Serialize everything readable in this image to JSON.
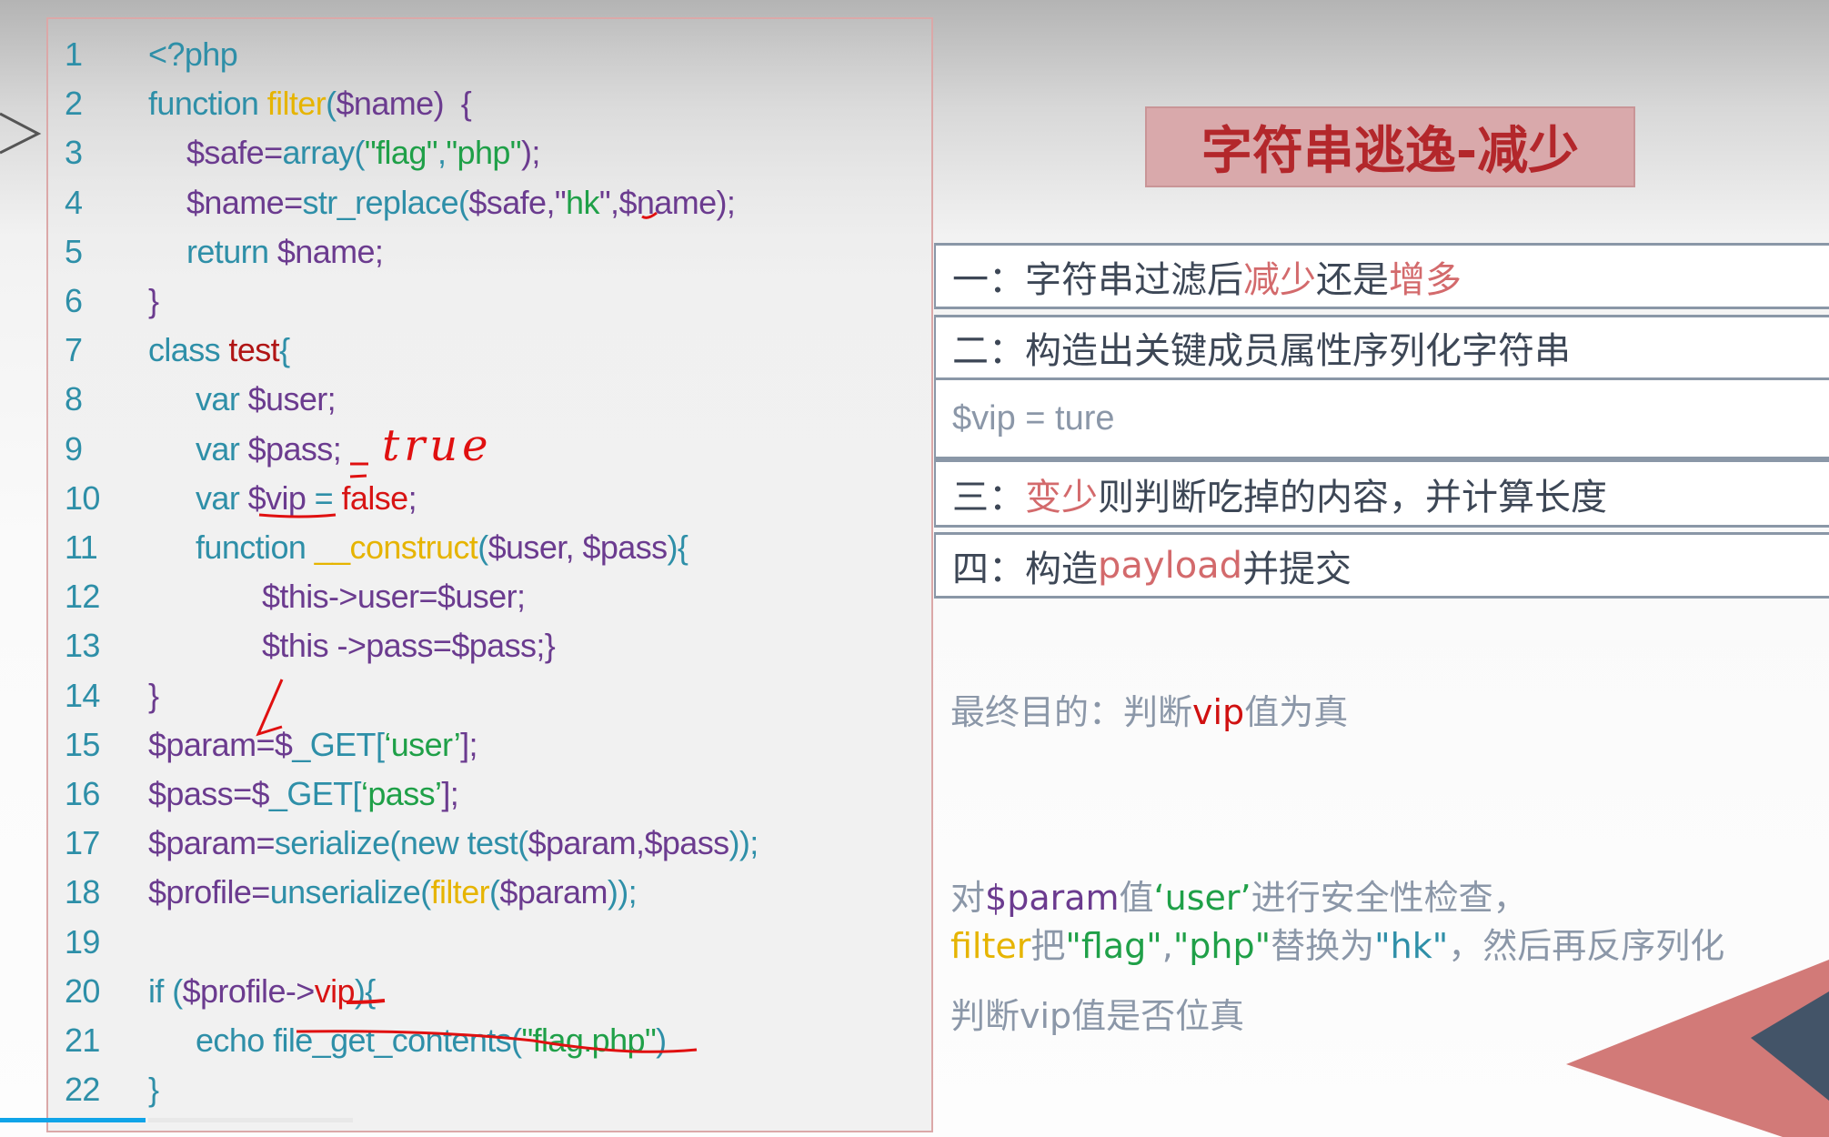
{
  "code": {
    "lines": [
      {
        "num": "1",
        "indent": 0,
        "segs": [
          [
            "<?php",
            "k"
          ]
        ]
      },
      {
        "num": "2",
        "indent": 0,
        "segs": [
          [
            "function ",
            "k"
          ],
          [
            "filter",
            "f"
          ],
          [
            "(",
            "k"
          ],
          [
            "$name",
            "v"
          ],
          [
            ")  {",
            "v"
          ]
        ]
      },
      {
        "num": "3",
        "indent": 1,
        "segs": [
          [
            "$safe=",
            "v"
          ],
          [
            "array(",
            "k"
          ],
          [
            "\"flag\"",
            "s"
          ],
          [
            ",",
            "k"
          ],
          [
            "\"php\"",
            "s"
          ],
          [
            ");",
            "v"
          ]
        ]
      },
      {
        "num": "4",
        "indent": 1,
        "segs": [
          [
            "$name=",
            "v"
          ],
          [
            "str_replace(",
            "k"
          ],
          [
            "$safe,",
            "v"
          ],
          [
            "\"",
            "v"
          ],
          [
            "hk",
            "s"
          ],
          [
            "\",",
            "v"
          ],
          [
            "$name);",
            "v"
          ]
        ]
      },
      {
        "num": "5",
        "indent": 1,
        "segs": [
          [
            "return ",
            "k"
          ],
          [
            "$name;",
            "v"
          ]
        ]
      },
      {
        "num": "6",
        "indent": 0,
        "segs": [
          [
            "}",
            "v"
          ]
        ]
      },
      {
        "num": "7",
        "indent": 0,
        "segs": [
          [
            "class ",
            "k"
          ],
          [
            "test",
            "c"
          ],
          [
            "{",
            "k"
          ]
        ]
      },
      {
        "num": "8",
        "indent": 2,
        "segs": [
          [
            "var ",
            "k"
          ],
          [
            "$user;",
            "v"
          ]
        ]
      },
      {
        "num": "9",
        "indent": 2,
        "segs": [
          [
            "var ",
            "k"
          ],
          [
            "$pass;",
            "v"
          ]
        ]
      },
      {
        "num": "10",
        "indent": 2,
        "segs": [
          [
            "var ",
            "k"
          ],
          [
            "$vip",
            "v"
          ],
          [
            " = ",
            "k"
          ],
          [
            "false",
            "r"
          ],
          [
            ";",
            "v"
          ]
        ]
      },
      {
        "num": "11",
        "indent": 2,
        "segs": [
          [
            "function ",
            "k"
          ],
          [
            "__construct",
            "f"
          ],
          [
            "(",
            "k"
          ],
          [
            "$user, $pass",
            "v"
          ],
          [
            "){",
            "k"
          ]
        ]
      },
      {
        "num": "12",
        "indent": 3,
        "segs": [
          [
            "$this->user=$user;",
            "v"
          ]
        ]
      },
      {
        "num": "13",
        "indent": 3,
        "segs": [
          [
            "$this ->pass=$pass;}",
            "v"
          ]
        ]
      },
      {
        "num": "14",
        "indent": 0,
        "segs": [
          [
            "}",
            "v"
          ]
        ]
      },
      {
        "num": "15",
        "indent": 0,
        "segs": [
          [
            "$param=$",
            "v"
          ],
          [
            "_GET[",
            "k"
          ],
          [
            "‘user’",
            "s"
          ],
          [
            "];",
            "v"
          ]
        ]
      },
      {
        "num": "16",
        "indent": 0,
        "segs": [
          [
            "$pass=$",
            "v"
          ],
          [
            "_GET[",
            "k"
          ],
          [
            "‘pass’",
            "s"
          ],
          [
            "];",
            "v"
          ]
        ]
      },
      {
        "num": "17",
        "indent": 0,
        "segs": [
          [
            "$param=",
            "v"
          ],
          [
            "serialize(new test(",
            "k"
          ],
          [
            "$param,$pass",
            "v"
          ],
          [
            "));",
            "k"
          ]
        ]
      },
      {
        "num": "18",
        "indent": 0,
        "segs": [
          [
            "$profile=",
            "v"
          ],
          [
            "unserialize(",
            "k"
          ],
          [
            "filter",
            "f"
          ],
          [
            "(",
            "k"
          ],
          [
            "$param",
            "v"
          ],
          [
            "));",
            "k"
          ]
        ]
      },
      {
        "num": "19",
        "indent": 0,
        "segs": []
      },
      {
        "num": "20",
        "indent": 0,
        "segs": [
          [
            "if (",
            "k"
          ],
          [
            "$profile->",
            "v"
          ],
          [
            "vip",
            "r"
          ],
          [
            "){",
            "k"
          ]
        ]
      },
      {
        "num": "21",
        "indent": 2,
        "segs": [
          [
            "echo file_get_contents(",
            "k"
          ],
          [
            "\"flag.php\"",
            "s"
          ],
          [
            ")",
            "k"
          ]
        ]
      },
      {
        "num": "22",
        "indent": 0,
        "segs": [
          [
            "}",
            "k"
          ]
        ]
      }
    ],
    "annotation": "true"
  },
  "slide": {
    "title": "字符串逃逸-减少",
    "steps": [
      {
        "prefix": "一：字符串过滤后",
        "hl1": "减少",
        "mid": "还是",
        "hl2": "增多"
      },
      {
        "text": "二：构造出关键成员属性序列化字符串"
      },
      {
        "text": "$vip = ture"
      },
      {
        "prefix": "三：",
        "hl1": "变少",
        "rest": "则判断吃掉的内容，并计算长度"
      },
      {
        "prefix": "四：构造",
        "hl1": "payload",
        "rest": "并提交"
      }
    ],
    "goal": {
      "prefix": "最终目的：判断",
      "hl": "vip",
      "suffix": "值为真"
    },
    "explain1": {
      "a": "对",
      "b": "$param",
      "c": "值",
      "d": "‘user’",
      "e": "进行安全性检查，"
    },
    "explain2": {
      "a": "filter",
      "b": "把",
      "c": "\"flag\"",
      "d": ",",
      "e": "\"php\"",
      "f": "替换为",
      "g": "\"hk\"",
      "h": "，然后再反序列化"
    },
    "explain3": "判断vip值是否位真"
  },
  "video": {
    "progress_percent": 8
  }
}
